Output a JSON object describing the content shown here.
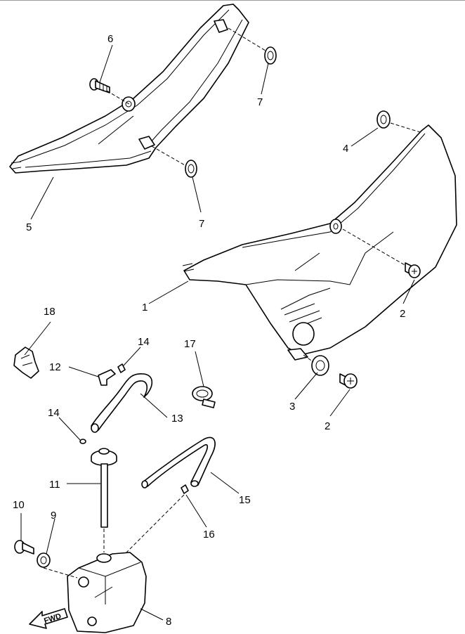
{
  "diagram": {
    "callouts": [
      {
        "id": "c1",
        "text": "1"
      },
      {
        "id": "c2a",
        "text": "2"
      },
      {
        "id": "c2b",
        "text": "2"
      },
      {
        "id": "c3",
        "text": "3"
      },
      {
        "id": "c4",
        "text": "4"
      },
      {
        "id": "c5",
        "text": "5"
      },
      {
        "id": "c6",
        "text": "6"
      },
      {
        "id": "c7a",
        "text": "7"
      },
      {
        "id": "c7b",
        "text": "7"
      },
      {
        "id": "c8",
        "text": "8"
      },
      {
        "id": "c9",
        "text": "9"
      },
      {
        "id": "c10",
        "text": "10"
      },
      {
        "id": "c11",
        "text": "11"
      },
      {
        "id": "c12",
        "text": "12"
      },
      {
        "id": "c13",
        "text": "13"
      },
      {
        "id": "c14a",
        "text": "14"
      },
      {
        "id": "c14b",
        "text": "14"
      },
      {
        "id": "c15",
        "text": "15"
      },
      {
        "id": "c16",
        "text": "16"
      },
      {
        "id": "c17",
        "text": "17"
      },
      {
        "id": "c18",
        "text": "18"
      }
    ],
    "fwd_label": "FWD"
  }
}
